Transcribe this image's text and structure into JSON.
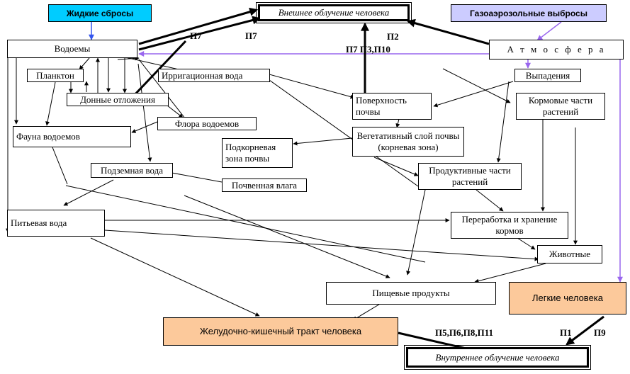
{
  "nodes": {
    "liquid_discharge": "Жидкие сбросы",
    "external_exposure": "Внешнее облучение человека",
    "gas_aerosol": "Газоаэрозольные выбросы",
    "water_bodies": "Водоемы",
    "atmosphere": "А т м о с ф е р а",
    "plankton": "Планктон",
    "irrigation_water": "Ирригационная вода",
    "fallout": "Выпадения",
    "bottom_sediments": "Донные отложения",
    "soil_surface": "Поверхность почвы",
    "forage_parts": "Кормовые части растений",
    "aquatic_flora": "Флора водоемов",
    "aquatic_fauna": "Фауна водоемов",
    "vegetative_layer": "Вегетативный слой почвы (корневая зона)",
    "subroot_zone": "Подкорневая зона почвы",
    "groundwater": "Подземная вода",
    "productive_parts": "Продуктивные части растений",
    "soil_moisture": "Почвенная влага",
    "drinking_water": "Питьевая вода",
    "feed_processing": "Переработка и хранение кормов",
    "animals": "Животные",
    "food_products": "Пищевые продукты",
    "lungs": "Легкие человека",
    "gi_tract": "Желудочно-кишечный тракт человека",
    "internal_exposure": "Внутреннее облучение человека"
  },
  "labels": {
    "p7_a": "П7",
    "p7_b": "П7",
    "p2": "П2",
    "p7_p3_p10": "П7  П3,П10",
    "p5_p6_p8_p11": "П5,П6,П8,П11",
    "p1": "П1",
    "p9": "П9"
  },
  "colors": {
    "blue_arrow": "#3355ee",
    "violet_arrow": "#9966ee",
    "cyan_box": "#00ccff",
    "violet_box": "#ccccff",
    "peach_box": "#fcc99b"
  }
}
